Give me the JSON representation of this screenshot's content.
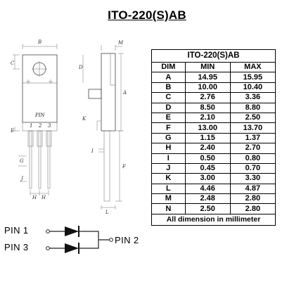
{
  "title": "ITO-220(S)AB",
  "table": {
    "caption": "ITO-220(S)AB",
    "headers": [
      "DIM",
      "MIN",
      "MAX"
    ],
    "rows": [
      {
        "dim": "A",
        "min": "14.95",
        "max": "15.95"
      },
      {
        "dim": "B",
        "min": "10.00",
        "max": "10.40"
      },
      {
        "dim": "C",
        "min": "2.76",
        "max": "3.36"
      },
      {
        "dim": "D",
        "min": "8.50",
        "max": "8.80"
      },
      {
        "dim": "E",
        "min": "2.10",
        "max": "2.50"
      },
      {
        "dim": "F",
        "min": "13.00",
        "max": "13.70"
      },
      {
        "dim": "G",
        "min": "1.15",
        "max": "1.37"
      },
      {
        "dim": "H",
        "min": "2.40",
        "max": "2.70"
      },
      {
        "dim": "I",
        "min": "0.50",
        "max": "0.80"
      },
      {
        "dim": "J",
        "min": "0.45",
        "max": "0.70"
      },
      {
        "dim": "K",
        "min": "3.00",
        "max": "3.30"
      },
      {
        "dim": "L",
        "min": "4.46",
        "max": "4.87"
      },
      {
        "dim": "M",
        "min": "2.48",
        "max": "2.80"
      },
      {
        "dim": "N",
        "min": "2.50",
        "max": "2.80"
      }
    ],
    "footer": "All dimension in millimeter"
  },
  "drawing": {
    "front": {
      "pin_word": "PIN",
      "pin_numbers": [
        "1",
        "2",
        "3"
      ],
      "dim_letters": {
        "b": "B",
        "c": "C",
        "d": "D",
        "e": "E",
        "g": "G",
        "j": "J",
        "h": "H"
      }
    },
    "side": {
      "dim_letters": {
        "m": "M",
        "a": "A",
        "i": "I",
        "f": "F",
        "k": "K",
        "l": "L"
      }
    }
  },
  "schematic": {
    "pin1": "PIN 1",
    "pin3": "PIN 3",
    "pin2": "PIN 2"
  }
}
